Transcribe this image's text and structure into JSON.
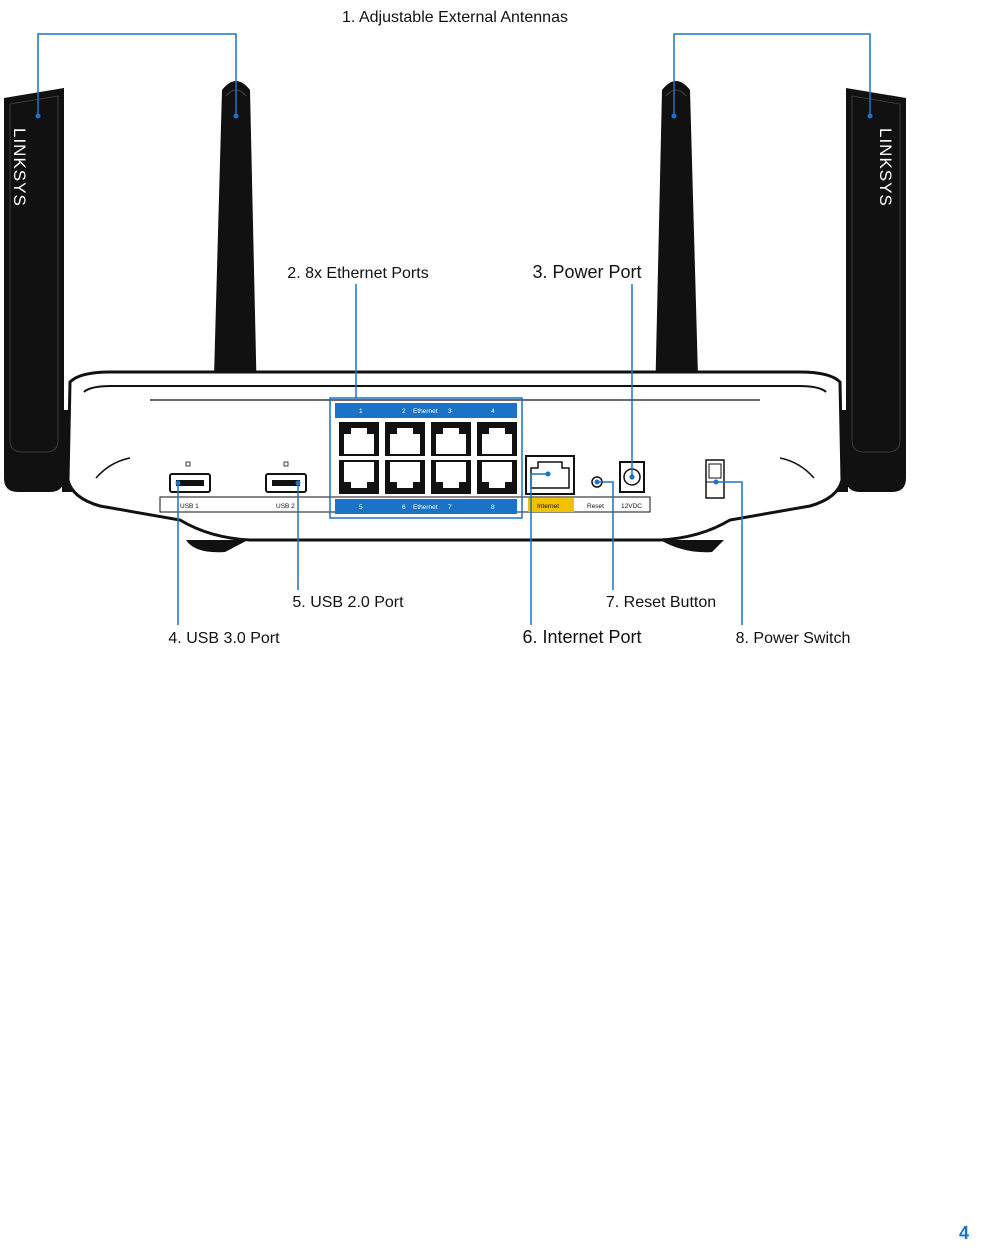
{
  "page_number": "4",
  "brand": "LINKSYS",
  "callouts": {
    "antennas": "1. Adjustable External Antennas",
    "ethernet": "2. 8x Ethernet Ports",
    "power_port": "3. Power Port",
    "usb3": "4. USB 3.0 Port",
    "usb2": "5. USB 2.0 Port",
    "internet": "6. Internet Port",
    "reset": "7. Reset Button",
    "power_switch": "8. Power Switch"
  },
  "panel_labels": {
    "usb1": "USB 1",
    "usb2": "USB 2",
    "ethernet": "Ethernet",
    "internet": "Internet",
    "reset": "Reset",
    "dc": "12VDC",
    "top_ports": [
      "1",
      "2",
      "3",
      "4"
    ],
    "bottom_ports": [
      "5",
      "6",
      "7",
      "8"
    ]
  },
  "colors": {
    "accent": "#1a73c7",
    "internet": "#f2c200",
    "body": "#111111"
  }
}
